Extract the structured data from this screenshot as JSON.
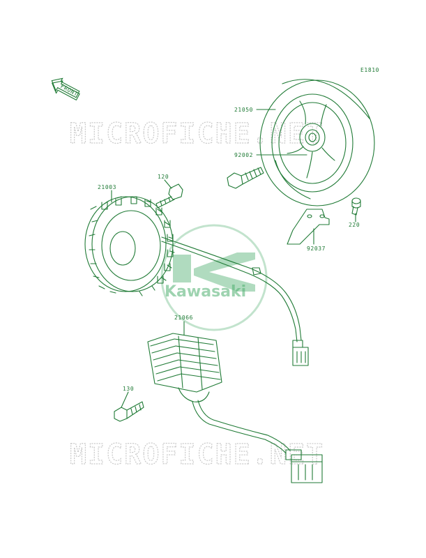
{
  "diagram": {
    "ref_code": "E1810",
    "front_label": "FRONT",
    "watermark_text": "MICROFICHE.NET",
    "logo_text": "Kawasaki",
    "colors": {
      "ink": "#1f7a35",
      "watermark": "#c9c9c9",
      "logo": "#4fb070"
    },
    "parts": [
      {
        "id": "flywheel-rotor",
        "number": "21050"
      },
      {
        "id": "flywheel-bolt",
        "number": "92002"
      },
      {
        "id": "stator-bolt",
        "number": "120"
      },
      {
        "id": "stator",
        "number": "21003"
      },
      {
        "id": "bracket-screw",
        "number": "220"
      },
      {
        "id": "wire-bracket",
        "number": "92037"
      },
      {
        "id": "regulator",
        "number": "21066"
      },
      {
        "id": "regulator-bolt",
        "number": "130"
      }
    ]
  }
}
